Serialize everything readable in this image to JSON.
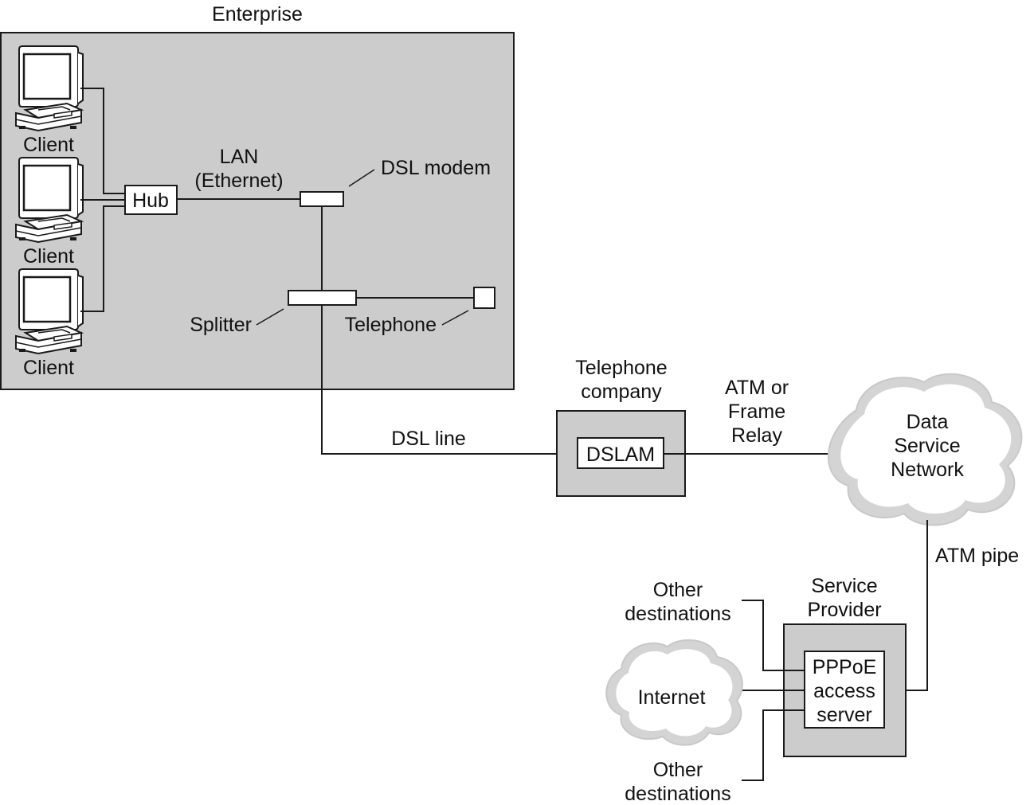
{
  "diagram": {
    "type": "network-topology",
    "colors": {
      "region_fill": "#cccccc",
      "box_fill": "#ffffff",
      "line": "#1a1a1a",
      "cloud_fill": "#ffffff",
      "cloud_edge": "#cfcfcf"
    },
    "enterprise": {
      "title": "Enterprise",
      "clients": [
        {
          "label": "Client",
          "icon": "computer-icon"
        },
        {
          "label": "Client",
          "icon": "computer-icon"
        },
        {
          "label": "Client",
          "icon": "computer-icon"
        }
      ],
      "hub": "Hub",
      "lan_label_line1": "LAN",
      "lan_label_line2": "(Ethernet)",
      "dsl_modem": "DSL modem",
      "splitter": "Splitter",
      "telephone": "Telephone"
    },
    "dsl_line": "DSL line",
    "telephone_company": {
      "title_line1": "Telephone",
      "title_line2": "company",
      "dslam": "DSLAM"
    },
    "atm_frame_relay": {
      "line1": "ATM or",
      "line2": "Frame",
      "line3": "Relay"
    },
    "data_service_network": {
      "line1": "Data",
      "line2": "Service",
      "line3": "Network"
    },
    "atm_pipe": "ATM pipe",
    "service_provider": {
      "title_line1": "Service",
      "title_line2": "Provider",
      "server_line1": "PPPoE",
      "server_line2": "access",
      "server_line3": "server"
    },
    "internet": "Internet",
    "other_destinations_top": {
      "line1": "Other",
      "line2": "destinations"
    },
    "other_destinations_bottom": {
      "line1": "Other",
      "line2": "destinations"
    }
  }
}
